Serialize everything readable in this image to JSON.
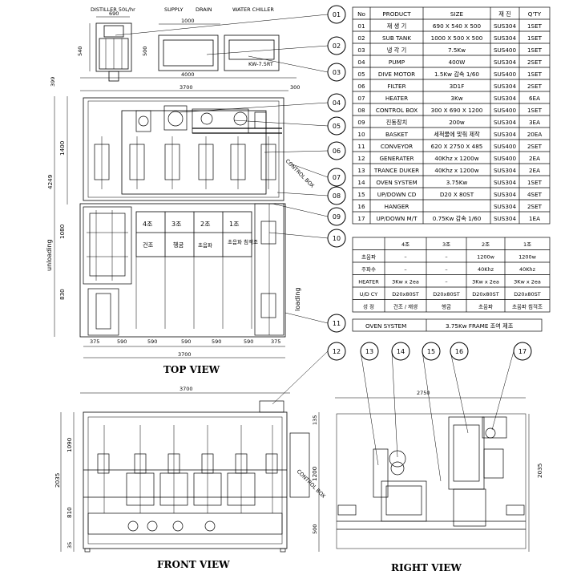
{
  "views": {
    "top": "TOP VIEW",
    "front": "FRONT VIEW",
    "right": "RIGHT VIEW"
  },
  "top_view": {
    "labels": {
      "distiller": "DISTILLER 50L/hr",
      "supply": "SUPPLY",
      "drain": "DRAIN",
      "water_chiller": "WATER CHILLER",
      "kw_tag": "KW-7.5RT",
      "unloading": "unloading",
      "loading": "loading",
      "control": "CONTROL BOX"
    },
    "dims": {
      "d690": "690",
      "d1000": "1000",
      "d540": "540",
      "d500": "500",
      "d4000": "4000",
      "d399": "399",
      "d3700": "3700",
      "d300": "300",
      "d4249": "4249",
      "d1400": "1400",
      "d1080": "1080",
      "d830": "830",
      "bottom": [
        "375",
        "590",
        "590",
        "590",
        "590",
        "590",
        "375"
      ],
      "d3700b": "3700"
    },
    "tanks": [
      {
        "no": "4조",
        "name": "건조"
      },
      {
        "no": "3조",
        "name": "헹굼"
      },
      {
        "no": "2조",
        "name": "초음파"
      },
      {
        "no": "1조",
        "name": "초음파\n침적조"
      }
    ]
  },
  "front_view": {
    "dims": {
      "width": "3700",
      "d1090": "1090",
      "d2035": "2035",
      "d810": "810",
      "d35": "35",
      "d135": "135",
      "d1200": "1200",
      "d500": "500"
    },
    "control_label": "CONTROL BOX"
  },
  "right_view": {
    "dims": {
      "width": "2750",
      "height": "2035"
    }
  },
  "callouts": [
    "01",
    "02",
    "03",
    "04",
    "05",
    "06",
    "07",
    "08",
    "09",
    "10",
    "11",
    "12",
    "13",
    "14",
    "15",
    "16",
    "17"
  ],
  "parts_table": {
    "headers": [
      "No",
      "PRODUCT",
      "SIZE",
      "재 진",
      "Q'TY"
    ],
    "rows": [
      [
        "01",
        "재 생 기",
        "690 X 540 X 500",
        "SUS304",
        "1SET"
      ],
      [
        "02",
        "SUB TANK",
        "1000 X 500 X 500",
        "SUS304",
        "1SET"
      ],
      [
        "03",
        "냉 각 기",
        "7.5Kw",
        "SUS400",
        "1SET"
      ],
      [
        "04",
        "PUMP",
        "400W",
        "SUS304",
        "2SET"
      ],
      [
        "05",
        "DIVE MOTOR",
        "1.5Kw 감속 1/60",
        "SUS400",
        "1SET"
      ],
      [
        "06",
        "FILTER",
        "3D1F",
        "SUS304",
        "2SET"
      ],
      [
        "07",
        "HEATER",
        "3Kw",
        "SUS304",
        "6EA"
      ],
      [
        "08",
        "CONTROL BOX",
        "300 X 690 X 1200",
        "SUS400",
        "1SET"
      ],
      [
        "09",
        "진동장치",
        "200w",
        "SUS304",
        "3EA"
      ],
      [
        "10",
        "BASKET",
        "세척물에 맞춰 제작",
        "SUS304",
        "20EA"
      ],
      [
        "11",
        "CONVEYOR",
        "620 X 2750 X 485",
        "SUS400",
        "2SET"
      ],
      [
        "12",
        "GENERATER",
        "40Khz x 1200w",
        "SUS400",
        "2EA"
      ],
      [
        "13",
        "TRANCE DUKER",
        "40Khz x 1200w",
        "SUS304",
        "2EA"
      ],
      [
        "14",
        "OVEN SYSTEM",
        "3.75Kw",
        "SUS304",
        "1SET"
      ],
      [
        "15",
        "UP/DOWN CD",
        "D20 X 80ST",
        "SUS304",
        "4SET"
      ],
      [
        "16",
        "HANGER",
        "",
        "SUS304",
        "2SET"
      ],
      [
        "17",
        "UP/DOWN M/T",
        "0.75Kw 감속 1/60",
        "SUS304",
        "1EA"
      ]
    ]
  },
  "spec_table": {
    "headers": [
      "",
      "4조",
      "3조",
      "2조",
      "1조"
    ],
    "rows": [
      [
        "초음파",
        "–",
        "–",
        "1200w",
        "1200w"
      ],
      [
        "주파수",
        "–",
        "–",
        "40Khz",
        "40Khz"
      ],
      [
        "HEATER",
        "3Kw x 2ea",
        "–",
        "3Kw x 2ea",
        "3Kw x 2ea"
      ],
      [
        "U/D CY",
        "D20x80ST",
        "D20x80ST",
        "D20x80ST",
        "D20x80ST"
      ],
      [
        "성 정",
        "건조 / 재생",
        "헹굼",
        "초음파",
        "초음파 침적조"
      ]
    ]
  },
  "oven_row": [
    "OVEN SYSTEM",
    "3.75Kw FRAME 조여 제조"
  ]
}
